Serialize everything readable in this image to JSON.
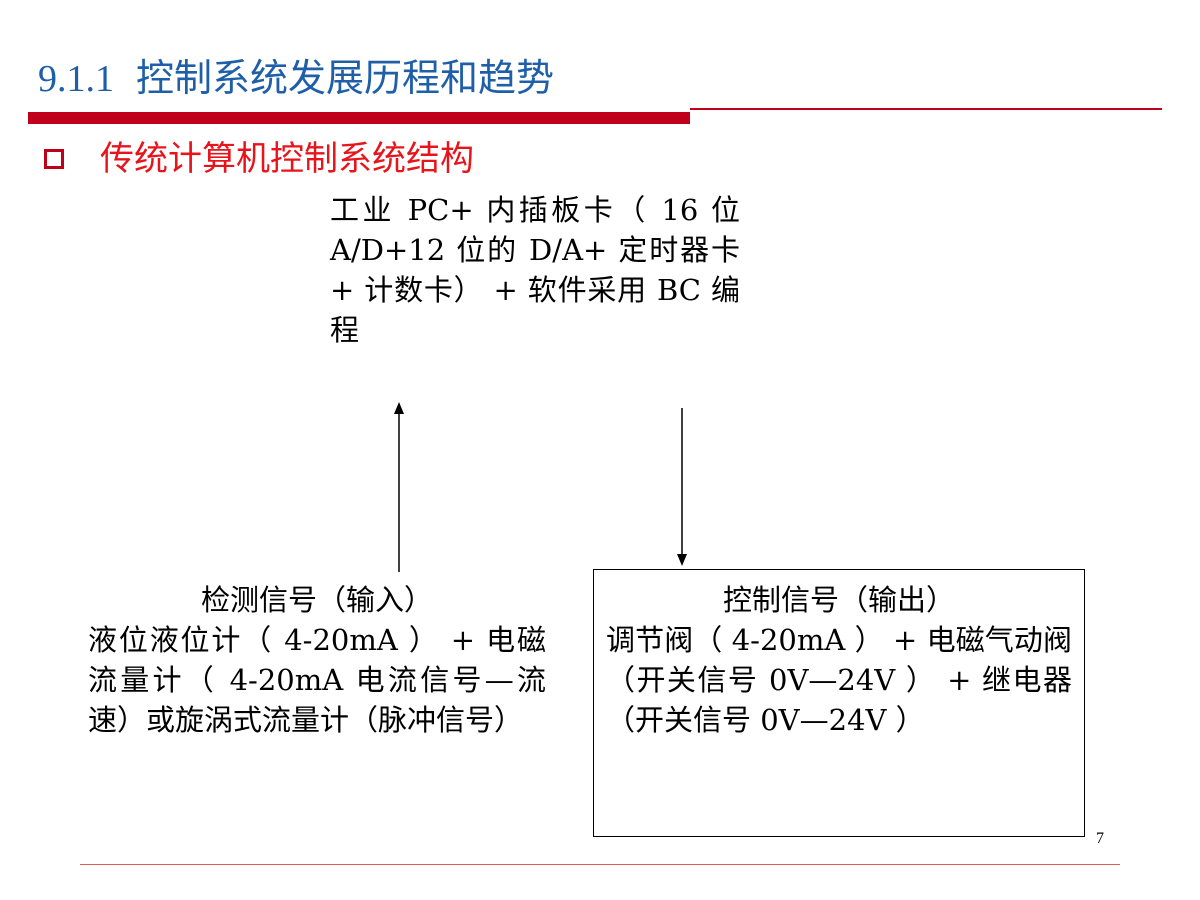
{
  "header": {
    "section_number": "9.1.1",
    "title": "控制系统发展历程和趋势"
  },
  "subtitle": "传统计算机控制系统结构",
  "pc_block": {
    "text": "工业 PC+ 内插板卡（ 16 位 A/D+12 位的 D/A+ 定时器卡 + 计数卡） + 软件采用 BC 编程"
  },
  "input_block": {
    "heading": "检测信号（输入）",
    "body": "液位液位计（ 4-20mA ） + 电磁流量计（ 4-20mA 电流信号—流速）或旋涡式流量计（脉冲信号）"
  },
  "output_block": {
    "heading": "控制信号（输出）",
    "body": "调节阀（ 4-20mA ） + 电磁气动阀（开关信号 0V—24V ） + 继电器（开关信号 0V—24V ）"
  },
  "page_number": "7",
  "colors": {
    "title": "#1f5fa8",
    "accent_red": "#c0001a",
    "subtitle": "#e8141c"
  }
}
